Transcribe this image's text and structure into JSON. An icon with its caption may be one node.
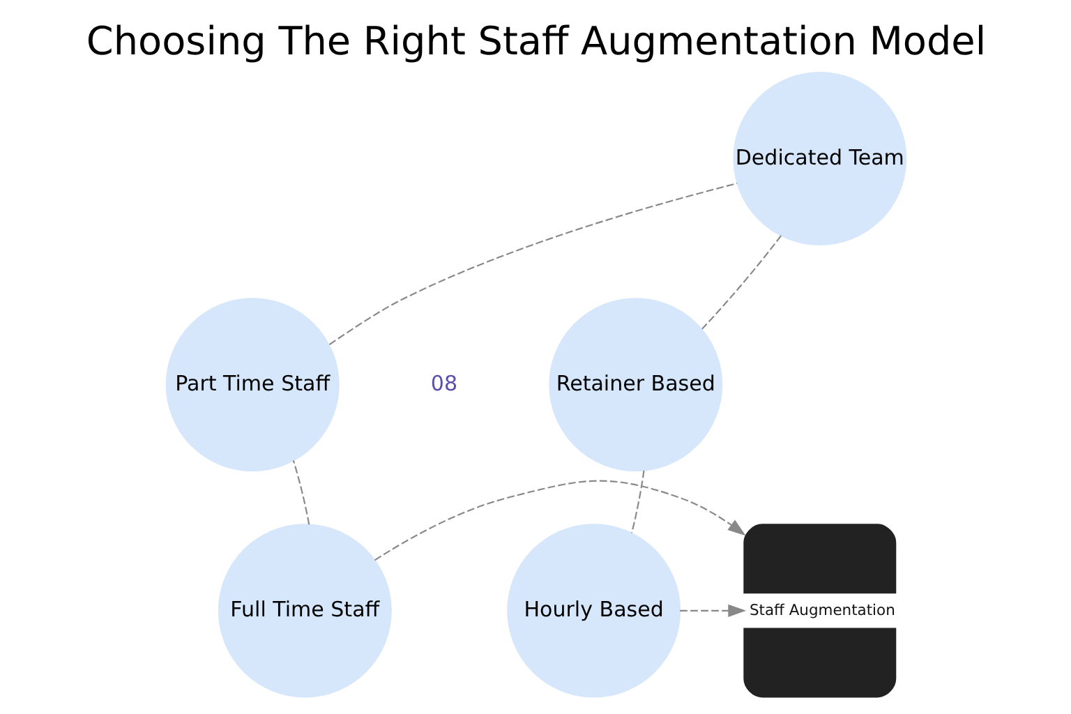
{
  "diagram": {
    "title": "Choosing The Right Staff Augmentation Model",
    "nodes": [
      {
        "text": [
          "Dedicated Team"
        ]
      },
      {
        "text": [
          "Part Time Staff"
        ]
      },
      {
        "text": [
          "Retainer Based"
        ]
      },
      {
        "text": [
          "Full Time Staff"
        ]
      },
      {
        "text": [
          "Staff Augmentation"
        ]
      },
      {
        "text": [
          "Hourly Based"
        ]
      }
    ],
    "edges": [
      {
        "from": 1,
        "to": 0,
        "arrow": "none",
        "style": "dashed"
      },
      {
        "from": 0,
        "to": 2,
        "arrow": "none",
        "style": "dashed"
      },
      {
        "from": 3,
        "to": 1,
        "arrow": "none",
        "style": "dashed"
      },
      {
        "from": 2,
        "to": 5,
        "arrow": "none",
        "style": "dashed"
      },
      {
        "from": 3,
        "to": 4,
        "arrow": "to",
        "style": "dashed"
      },
      {
        "from": 5,
        "to": 4,
        "arrow": "to",
        "style": "dashed"
      }
    ],
    "labels": [
      "08"
    ]
  }
}
